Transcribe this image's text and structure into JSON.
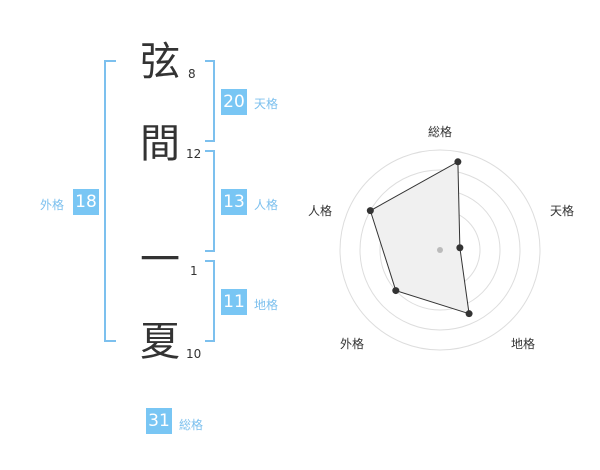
{
  "name": {
    "chars": [
      {
        "char": "弦",
        "strokes": "8"
      },
      {
        "char": "間",
        "strokes": "12"
      },
      {
        "char": "一",
        "strokes": "1"
      },
      {
        "char": "夏",
        "strokes": "10"
      }
    ]
  },
  "fortunes": {
    "tenkaku": {
      "value": "20",
      "label": "天格"
    },
    "jinkaku": {
      "value": "13",
      "label": "人格"
    },
    "chikaku": {
      "value": "11",
      "label": "地格"
    },
    "gaikaku": {
      "value": "18",
      "label": "外格"
    },
    "soukaku": {
      "value": "31",
      "label": "総格"
    }
  },
  "radar": {
    "axes": [
      "総格",
      "天格",
      "地格",
      "外格",
      "人格"
    ],
    "values": [
      0.9,
      0.2,
      0.7,
      0.6,
      0.8
    ],
    "rings": 5,
    "colors": {
      "ring": "#dddddd",
      "fill": "#f0f0f0",
      "line": "#333333",
      "center": "#bbbbbb"
    }
  }
}
